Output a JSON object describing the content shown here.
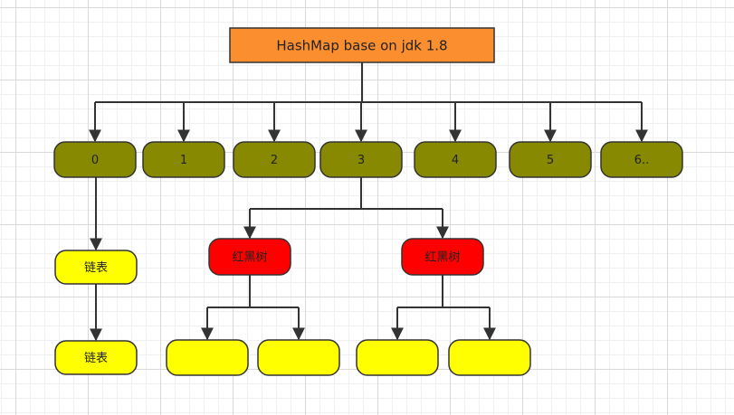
{
  "title": {
    "label": "HashMap base on jdk 1.8",
    "color": "#fb8f2f"
  },
  "colors": {
    "bucket": "#878a00",
    "tree": "#ff0000",
    "list": "#ffff00",
    "edge": "#333333"
  },
  "buckets": [
    {
      "label": "0"
    },
    {
      "label": "1"
    },
    {
      "label": "2"
    },
    {
      "label": "3"
    },
    {
      "label": "4"
    },
    {
      "label": "5"
    },
    {
      "label": "6.."
    }
  ],
  "linked_list": [
    {
      "label": "链表"
    },
    {
      "label": "链表"
    }
  ],
  "red_black_trees": [
    {
      "label": "红黑树"
    },
    {
      "label": "红黑树"
    }
  ],
  "tree_children": [
    {
      "label": ""
    },
    {
      "label": ""
    },
    {
      "label": ""
    },
    {
      "label": ""
    }
  ]
}
